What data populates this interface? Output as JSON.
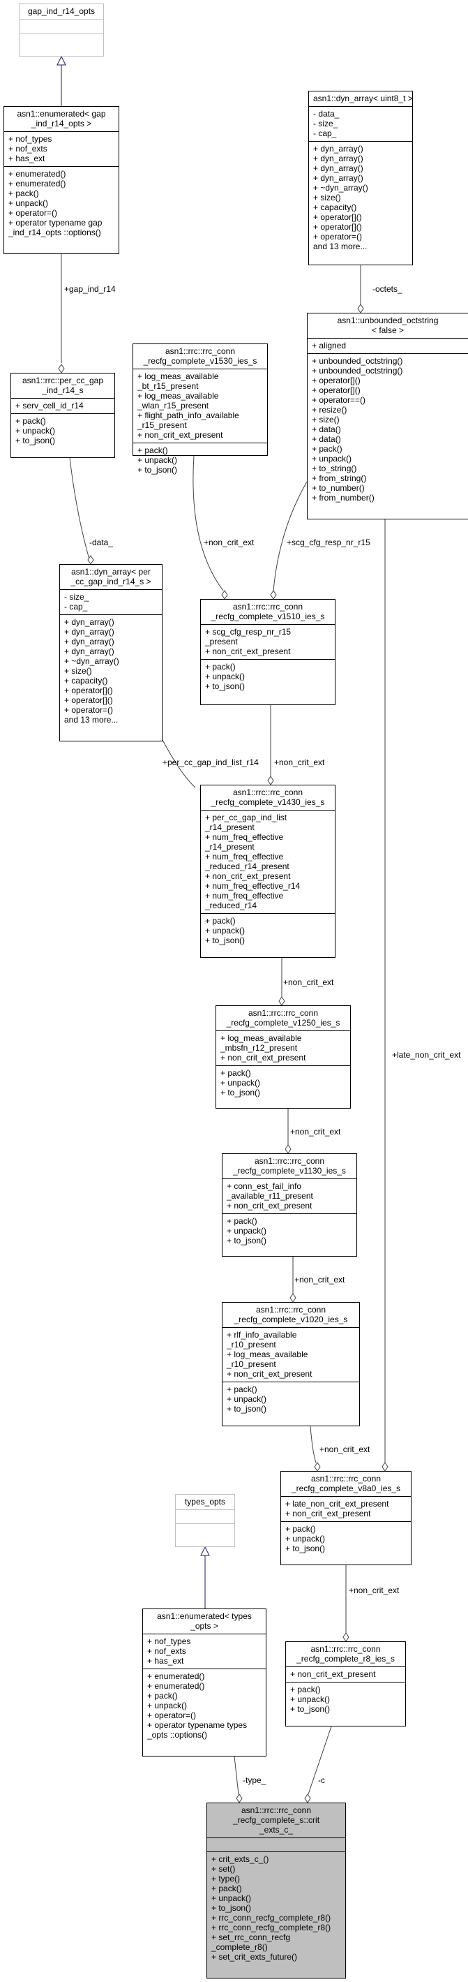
{
  "nodes": {
    "gap_opts": {
      "title": [
        "gap_ind_r14_opts"
      ],
      "attrs": [],
      "methods": []
    },
    "enum_gap": {
      "title": [
        "asn1::enumerated< gap",
        "_ind_r14_opts >"
      ],
      "attrs": [
        "+ nof_types",
        "+ nof_exts",
        "+ has_ext"
      ],
      "methods": [
        "+ enumerated()",
        "+ enumerated()",
        "+ pack()",
        "+ unpack()",
        "+ operator=()",
        "+ operator typename gap",
        "_ind_r14_opts ::options()"
      ]
    },
    "dyn_uint8": {
      "title": [
        "asn1::dyn_array< uint8_t >"
      ],
      "attrs": [
        "- data_",
        "- size_",
        "- cap_"
      ],
      "methods": [
        "+ dyn_array()",
        "+ dyn_array()",
        "+ dyn_array()",
        "+ dyn_array()",
        "+ ~dyn_array()",
        "+ size()",
        "+ capacity()",
        "+ operator[]()",
        "+ operator[]()",
        "+ operator=()",
        "and 13 more..."
      ]
    },
    "unbounded": {
      "title": [
        "asn1::unbounded_octstring",
        "< false >"
      ],
      "attrs": [
        "+ aligned"
      ],
      "methods": [
        "+ unbounded_octstring()",
        "+ unbounded_octstring()",
        "+ operator[]()",
        "+ operator[]()",
        "+ operator==()",
        "+ resize()",
        "+ size()",
        "+ data()",
        "+ data()",
        "+ pack()",
        "+ unpack()",
        "+ to_string()",
        "+ from_string()",
        "+ to_number()",
        "+ from_number()"
      ]
    },
    "per_cc": {
      "title": [
        "asn1::rrc::per_cc_gap",
        "_ind_r14_s"
      ],
      "attrs": [
        "+ serv_cell_id_r14"
      ],
      "methods": [
        "+ pack()",
        "+ unpack()",
        "+ to_json()"
      ]
    },
    "v1530": {
      "title": [
        "asn1::rrc::rrc_conn",
        "_recfg_complete_v1530_ies_s"
      ],
      "attrs": [
        "+ log_meas_available",
        "_bt_r15_present",
        "+ log_meas_available",
        "_wlan_r15_present",
        "+ flight_path_info_available",
        "_r15_present",
        "+ non_crit_ext_present"
      ],
      "methods": [
        "+ pack()",
        "+ unpack()",
        "+ to_json()"
      ]
    },
    "dyn_percc": {
      "title": [
        "asn1::dyn_array< per",
        "_cc_gap_ind_r14_s >"
      ],
      "attrs": [
        "- size_",
        "- cap_"
      ],
      "methods": [
        "+ dyn_array()",
        "+ dyn_array()",
        "+ dyn_array()",
        "+ dyn_array()",
        "+ ~dyn_array()",
        "+ size()",
        "+ capacity()",
        "+ operator[]()",
        "+ operator[]()",
        "+ operator=()",
        "and 13 more..."
      ]
    },
    "v1510": {
      "title": [
        "asn1::rrc::rrc_conn",
        "_recfg_complete_v1510_ies_s"
      ],
      "attrs": [
        "+ scg_cfg_resp_nr_r15",
        "_present",
        "+ non_crit_ext_present"
      ],
      "methods": [
        "+ pack()",
        "+ unpack()",
        "+ to_json()"
      ]
    },
    "v1430": {
      "title": [
        "asn1::rrc::rrc_conn",
        "_recfg_complete_v1430_ies_s"
      ],
      "attrs": [
        "+ per_cc_gap_ind_list",
        "_r14_present",
        "+ num_freq_effective",
        "_r14_present",
        "+ num_freq_effective",
        "_reduced_r14_present",
        "+ non_crit_ext_present",
        "+ num_freq_effective_r14",
        "+ num_freq_effective",
        "_reduced_r14"
      ],
      "methods": [
        "+ pack()",
        "+ unpack()",
        "+ to_json()"
      ]
    },
    "v1250": {
      "title": [
        "asn1::rrc::rrc_conn",
        "_recfg_complete_v1250_ies_s"
      ],
      "attrs": [
        "+ log_meas_available",
        "_mbsfn_r12_present",
        "+ non_crit_ext_present"
      ],
      "methods": [
        "+ pack()",
        "+ unpack()",
        "+ to_json()"
      ]
    },
    "v1130": {
      "title": [
        "asn1::rrc::rrc_conn",
        "_recfg_complete_v1130_ies_s"
      ],
      "attrs": [
        "+ conn_est_fail_info",
        "_available_r11_present",
        "+ non_crit_ext_present"
      ],
      "methods": [
        "+ pack()",
        "+ unpack()",
        "+ to_json()"
      ]
    },
    "v1020": {
      "title": [
        "asn1::rrc::rrc_conn",
        "_recfg_complete_v1020_ies_s"
      ],
      "attrs": [
        "+ rlf_info_available",
        "_r10_present",
        "+ log_meas_available",
        "_r10_present",
        "+ non_crit_ext_present"
      ],
      "methods": [
        "+ pack()",
        "+ unpack()",
        "+ to_json()"
      ]
    },
    "v8a0": {
      "title": [
        "asn1::rrc::rrc_conn",
        "_recfg_complete_v8a0_ies_s"
      ],
      "attrs": [
        "+ late_non_crit_ext_present",
        "+ non_crit_ext_present"
      ],
      "methods": [
        "+ pack()",
        "+ unpack()",
        "+ to_json()"
      ]
    },
    "types_opts": {
      "title": [
        "types_opts"
      ],
      "attrs": [],
      "methods": []
    },
    "enum_types": {
      "title": [
        "asn1::enumerated< types",
        "_opts >"
      ],
      "attrs": [
        "+ nof_types",
        "+ nof_exts",
        "+ has_ext"
      ],
      "methods": [
        "+ enumerated()",
        "+ enumerated()",
        "+ pack()",
        "+ unpack()",
        "+ operator=()",
        "+ operator typename types",
        "_opts ::options()"
      ]
    },
    "r8": {
      "title": [
        "asn1::rrc::rrc_conn",
        "_recfg_complete_r8_ies_s"
      ],
      "attrs": [
        "+ non_crit_ext_present"
      ],
      "methods": [
        "+ pack()",
        "+ unpack()",
        "+ to_json()"
      ]
    },
    "crit": {
      "title": [
        "asn1::rrc::rrc_conn",
        "_recfg_complete_s::crit",
        "_exts_c_"
      ],
      "attrs": [],
      "methods": [
        "+ crit_exts_c_()",
        "+ set()",
        "+ type()",
        "+ pack()",
        "+ unpack()",
        "+ to_json()",
        "+ rrc_conn_recfg_complete_r8()",
        "+ rrc_conn_recfg_complete_r8()",
        "+ set_rrc_conn_recfg",
        "_complete_r8()",
        "+ set_crit_exts_future()"
      ]
    }
  },
  "edge_labels": {
    "gap_ind": "+gap_ind_r14",
    "octets": "-octets_",
    "data": "-data_",
    "non_crit_v1510": "+non_crit_ext",
    "scg_cfg": "+scg_cfg_resp_nr_r15",
    "per_cc_list": "+per_cc_gap_ind_list_r14",
    "non_crit_v1430": "+non_crit_ext",
    "non_crit_v1250": "+non_crit_ext",
    "non_crit_v1130": "+non_crit_ext",
    "non_crit_v1020": "+non_crit_ext",
    "late_non_crit": "+late_non_crit_ext",
    "non_crit_v8a0": "+non_crit_ext",
    "non_crit_r8": "+non_crit_ext",
    "type": "-type_",
    "c": "-c"
  },
  "colors": {
    "edge": "#404040",
    "inherit": "#191970",
    "focus_fill": "#bfbfbf",
    "faded_border": "#bfbfbf"
  }
}
